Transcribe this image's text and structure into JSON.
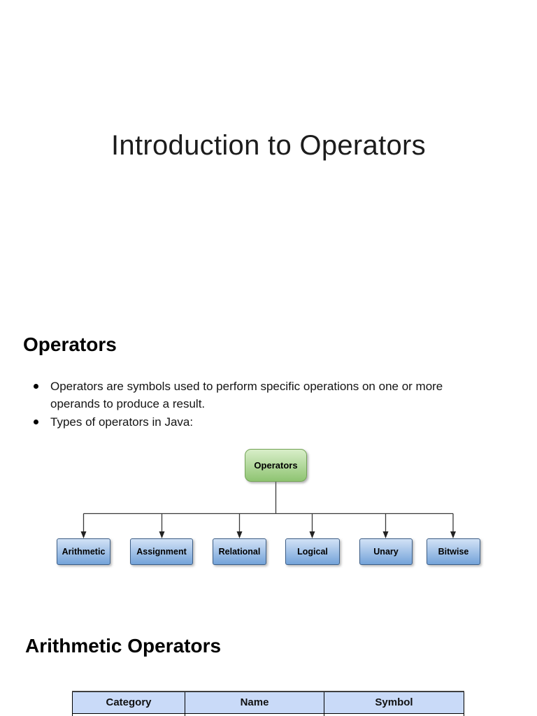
{
  "document": {
    "title": "Introduction to Operators"
  },
  "operators_section": {
    "heading": "Operators",
    "bullets": [
      "Operators are symbols used to perform specific operations on one or more operands to produce a result.",
      "Types of operators in Java:"
    ]
  },
  "diagram": {
    "root_label": "Operators",
    "children": [
      "Arithmetic",
      "Assignment",
      "Relational",
      "Logical",
      "Unary",
      "Bitwise"
    ]
  },
  "arithmetic_section": {
    "heading": "Arithmetic Operators"
  },
  "operators_table": {
    "headers": [
      "Category",
      "Name",
      "Symbol"
    ]
  },
  "colors": {
    "root_box_fill_top": "#d8eec9",
    "root_box_fill_bottom": "#8fc472",
    "root_box_border": "#74a457",
    "child_box_fill_top": "#d2e2f6",
    "child_box_fill_bottom": "#74a3d9",
    "child_box_border": "#3c5d85",
    "table_header_fill": "#c9daf8",
    "connector_line": "#3a3a3a",
    "page_background": "#ffffff"
  }
}
